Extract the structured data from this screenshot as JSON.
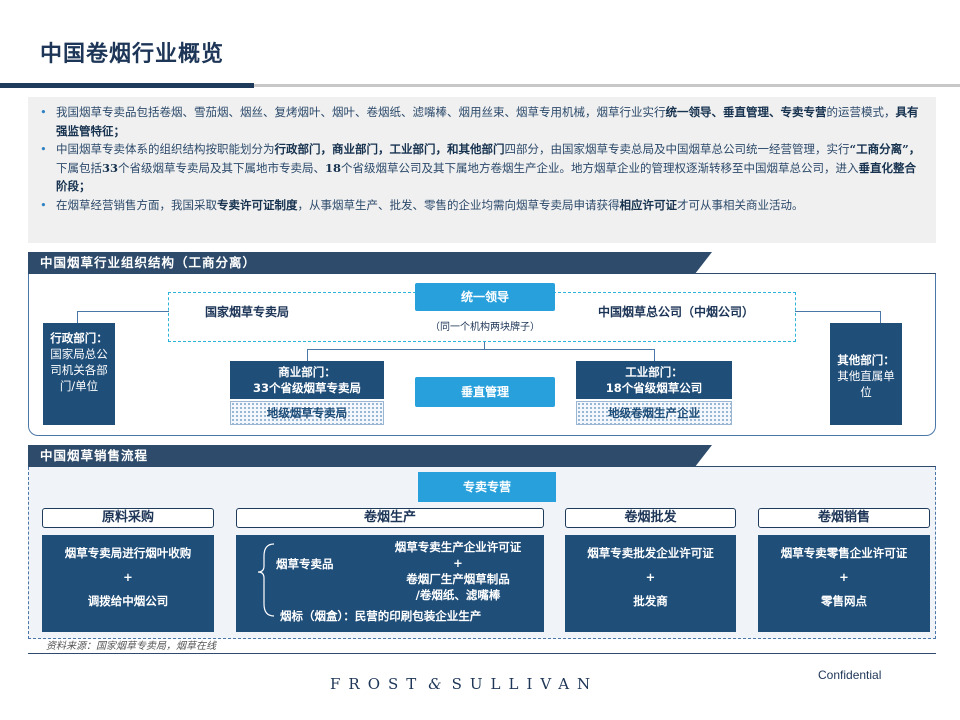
{
  "title": "中国卷烟行业概览",
  "intro": {
    "p1_a": "我国烟草专卖品包括卷烟、雪茄烟、烟丝、复烤烟叶、烟叶、卷烟纸、滤嘴棒、烟用丝束、烟草专用机械，烟草行业实行",
    "p1_b": "统一领导、垂直管理、专卖专营",
    "p1_c": "的运营模式，",
    "p1_d": "具有强监管特征；",
    "p2_a": "中国烟草专卖体系的组织结构按职能划分为",
    "p2_b": "行政部门，商业部门，工业部门，和其他部门",
    "p2_c": "四部分，由国家烟草专卖总局及中国烟草总公司统一经营管理，实行",
    "p2_d": "“工商分离”，",
    "p2_e": "下属包括",
    "p2_f": "33",
    "p2_g": "个省级烟草专卖局及其下属地市专卖局、",
    "p2_h": "18",
    "p2_i": "个省级烟草公司及其下属地方卷烟生产企业。地方烟草企业的管理权逐渐转移至中国烟草总公司，进入",
    "p2_j": "垂直化整合阶段；",
    "p3_a": "在烟草经营销售方面，我国采取",
    "p3_b": "专卖许可证制度",
    "p3_c": "，从事烟草生产、批发、零售的企业均需向烟草专卖局申请获得",
    "p3_d": "相应许可证",
    "p3_e": "才可从事相关商业活动。"
  },
  "org": {
    "header": "中国烟草行业组织结构（工商分离）",
    "unified": "统一领导",
    "note": "（同一个机构两块牌子）",
    "left_name": "国家烟草专卖局",
    "right_name": "中国烟草总公司（中烟公司）",
    "admin_title": "行政部门：",
    "admin_text": "国家局总公司机关各部门/单位",
    "other_title": "其他部门：",
    "other_text": "其他直属单位",
    "commercial_line1": "商业部门：",
    "commercial_line2": "33个省级烟草专卖局",
    "commercial_sub": "地级烟草专卖局",
    "industry_line1": "工业部门：",
    "industry_line2": "18个省级烟草公司",
    "industry_sub": "地级卷烟生产企业",
    "vertical": "垂直管理"
  },
  "sales": {
    "header": "中国烟草销售流程",
    "monopoly": "专卖专营",
    "stages": [
      {
        "title": "原料采购",
        "lines": [
          "烟草专卖局进行烟叶收购",
          "+",
          "调拨给中烟公司"
        ]
      },
      {
        "title": "卷烟生产"
      },
      {
        "title": "卷烟批发",
        "lines": [
          "烟草专卖批发企业许可证",
          "+",
          "批发商"
        ]
      },
      {
        "title": "卷烟销售",
        "lines": [
          "烟草专卖零售企业许可证",
          "+",
          "零售网点"
        ]
      }
    ],
    "production": {
      "label": "烟草专卖品",
      "line1": "烟草专卖生产企业许可证",
      "plus": "+",
      "line2": "卷烟厂生产烟草制品",
      "line3": "/卷烟纸、滤嘴棒",
      "bottom": "烟标（烟盒）：民营的印刷包装企业生产"
    }
  },
  "source": "资料来源：国家烟草专卖局，烟草在线",
  "footer": {
    "logo_left": "FROST",
    "logo_amp": "&",
    "logo_right": "SULLIVAN",
    "confidential": "Confidential"
  }
}
